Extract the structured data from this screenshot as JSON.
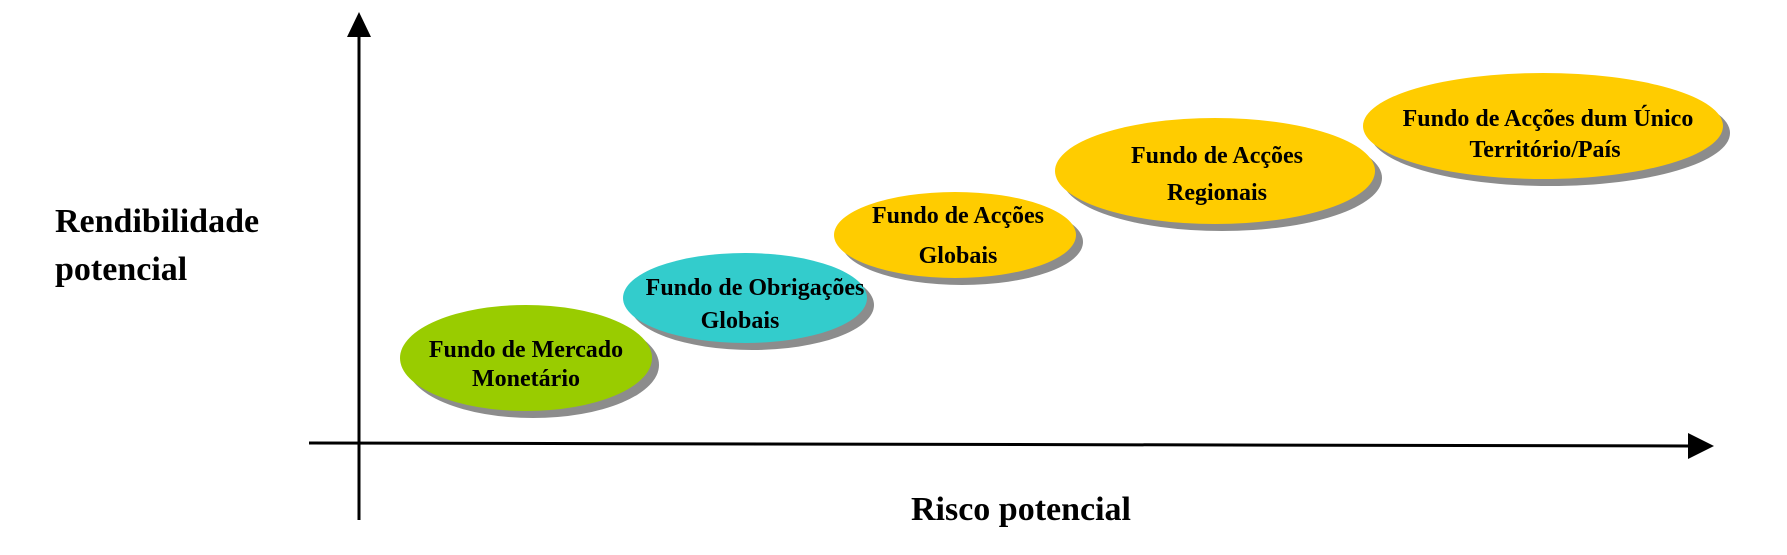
{
  "axes": {
    "y_label_line1": "Rendibilidade",
    "y_label_line2": "potencial",
    "x_label": "Risco potencial"
  },
  "colors": {
    "money_market": "#99cc00",
    "bonds": "#33cccc",
    "equities": "#ffcc00",
    "shadow": "#8c8c8c",
    "axis": "#000000"
  },
  "funds": [
    {
      "line1": "Fundo de Mercado",
      "line2": "Monetário",
      "color": "#99cc00"
    },
    {
      "line1": "Fundo de Obrigações",
      "line2": "Globais",
      "color": "#33cccc"
    },
    {
      "line1": "Fundo de Acções",
      "line2": "Globais",
      "color": "#ffcc00"
    },
    {
      "line1": "Fundo de Acções",
      "line2": "Regionais",
      "color": "#ffcc00"
    },
    {
      "line1": "Fundo de Acções dum Único",
      "line2": "Território/País",
      "color": "#ffcc00"
    }
  ]
}
